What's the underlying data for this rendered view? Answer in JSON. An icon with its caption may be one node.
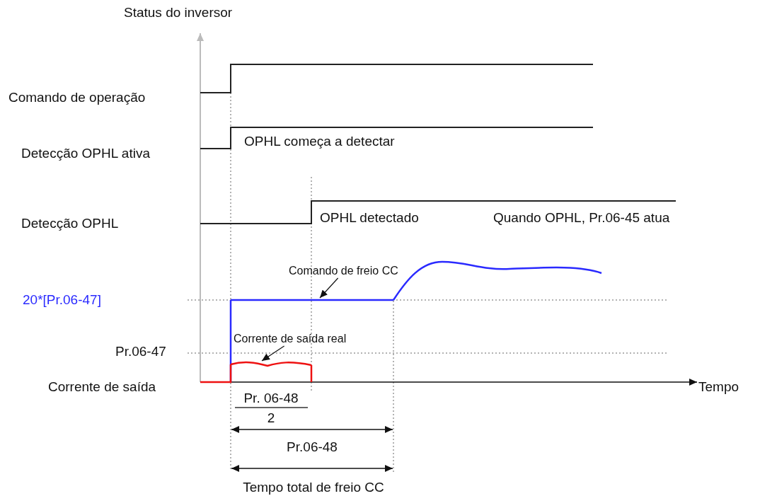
{
  "diagram": {
    "nodes": [
      {
        "text": [
          "Comando de freio CC"
        ]
      },
      {
        "text": [],
        "shape": "line"
      },
      {
        "text": [
          "Corrente de saída real"
        ]
      },
      {
        "text": [],
        "shape": "line"
      }
    ],
    "edges": [
      {
        "from": 0,
        "to": 1,
        "arrow": "to"
      },
      {
        "from": 2,
        "to": 3,
        "arrow": "to"
      }
    ],
    "labels": [
      "Status do inversor",
      "Comando de operação",
      "Detecção OPHL ativa",
      "OPHL começa a detectar",
      "Detecção OPHL",
      "OPHL detectado",
      "Quando OPHL, Pr.06-45 atua",
      "20*[Pr.06-47]",
      "Pr.06-47",
      "Corrente de saída",
      "Tempo",
      "Pr. 06-48",
      "2",
      "Pr.06-48",
      "Tempo total de freio CC"
    ]
  }
}
